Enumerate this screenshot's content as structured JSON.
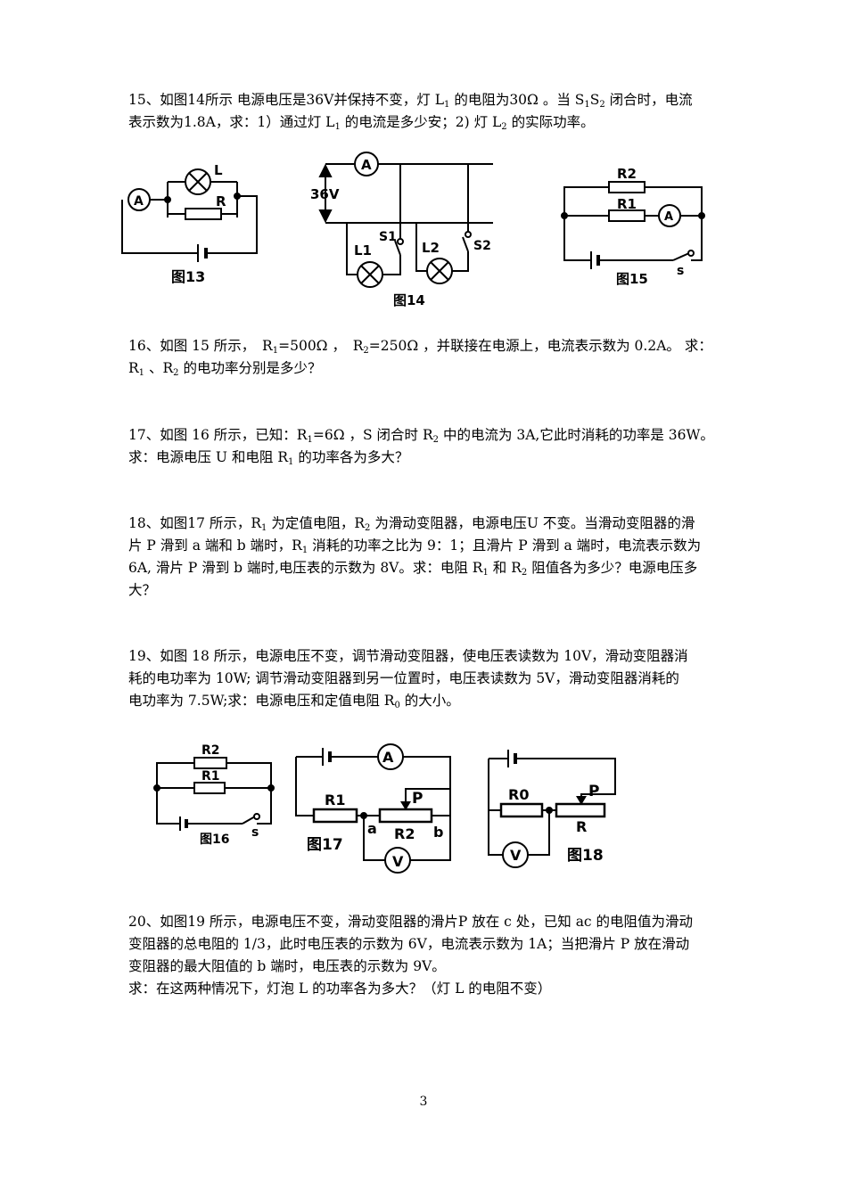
{
  "problems": [
    {
      "id": "15",
      "lines": [
        [
          "15、如图14所示 电源电压是36V并保持不变，灯 L",
          "1",
          " 的电阻为30Ω 。当 S",
          "1",
          "S",
          "2",
          " 闭合时，电流"
        ],
        [
          "表示数为1.8A，求：1）通过灯 L",
          "1",
          " 的电流是多少安；2) 灯 L",
          "2",
          " 的实际功率。"
        ]
      ]
    },
    {
      "id": "16",
      "lines": [
        [
          "16、如图 15 所示，　R",
          "1",
          "=500Ω ，　R",
          "2",
          "=250Ω ，并联接在电源上，电流表示数为 0.2A。 求："
        ],
        [
          "R",
          "1",
          " 、R",
          "2",
          " 的电功率分别是多少？"
        ]
      ]
    },
    {
      "id": "17",
      "lines": [
        [
          "17、如图 16 所示，已知：R",
          "1",
          "=6Ω ，S 闭合时 R",
          "2",
          " 中的电流为 3A,它此时消耗的功率是 36W。"
        ],
        [
          "求：电源电压 U 和电阻 R",
          "1",
          " 的功率各为多大？"
        ]
      ]
    },
    {
      "id": "18",
      "lines": [
        [
          "18、如图17 所示，R",
          "1",
          " 为定值电阻，R",
          "2",
          " 为滑动变阻器，电源电压U 不变。当滑动变阻器的滑"
        ],
        [
          "片 P 滑到 a 端和 b 端时，R",
          "1",
          " 消耗的功率之比为 9：1；且滑片 P 滑到 a 端时，电流表示数为"
        ],
        [
          "6A, 滑片 P 滑到 b 端时,电压表的示数为 8V。求：电阻 R",
          "1",
          " 和 R",
          "2",
          " 阻值各为多少？电源电压多"
        ],
        [
          "大？"
        ]
      ]
    },
    {
      "id": "19",
      "lines": [
        [
          "19、如图 18 所示，电源电压不变，调节滑动变阻器，使电压表读数为 10V，滑动变阻器消"
        ],
        [
          "耗的电功率为 10W; 调节滑动变阻器到另一位置时，电压表读数为 5V，滑动变阻器消耗的"
        ],
        [
          "电功率为 7.5W;求：电源电压和定值电阻 R",
          "0",
          " 的大小。"
        ]
      ]
    },
    {
      "id": "20",
      "lines": [
        [
          "20、如图19 所示，电源电压不变，滑动变阻器的滑片P 放在 c 处，已知 ac 的电阻值为滑动"
        ],
        [
          "变阻器的总电阻的 1/3，此时电压表的示数为 6V，电流表示数为 1A；当把滑片 P 放在滑动"
        ],
        [
          "变阻器的最大阻值的 b 端时，电压表的示数为 9V。"
        ],
        [
          "求：在这两种情况下，灯泡 L 的功率各为多大？（灯 L 的电阻不变）"
        ]
      ]
    }
  ],
  "figures": {
    "fig13": {
      "caption": "图13",
      "labels": [
        "A",
        "L",
        "R"
      ]
    },
    "fig14": {
      "caption": "图14",
      "voltage": "36V",
      "labels": [
        "A",
        "L1",
        "L2",
        "S1",
        "S2"
      ]
    },
    "fig15": {
      "caption": "图15",
      "labels": [
        "R2",
        "R1",
        "A",
        "s"
      ]
    },
    "fig16": {
      "caption": "图16",
      "labels": [
        "R2",
        "R1",
        "s"
      ]
    },
    "fig17": {
      "caption": "图17",
      "labels": [
        "A",
        "R1",
        "P",
        "a",
        "R2",
        "b",
        "V"
      ]
    },
    "fig18": {
      "caption": "图18",
      "labels": [
        "P",
        "R0",
        "R",
        "V"
      ]
    }
  },
  "page_number": "3"
}
